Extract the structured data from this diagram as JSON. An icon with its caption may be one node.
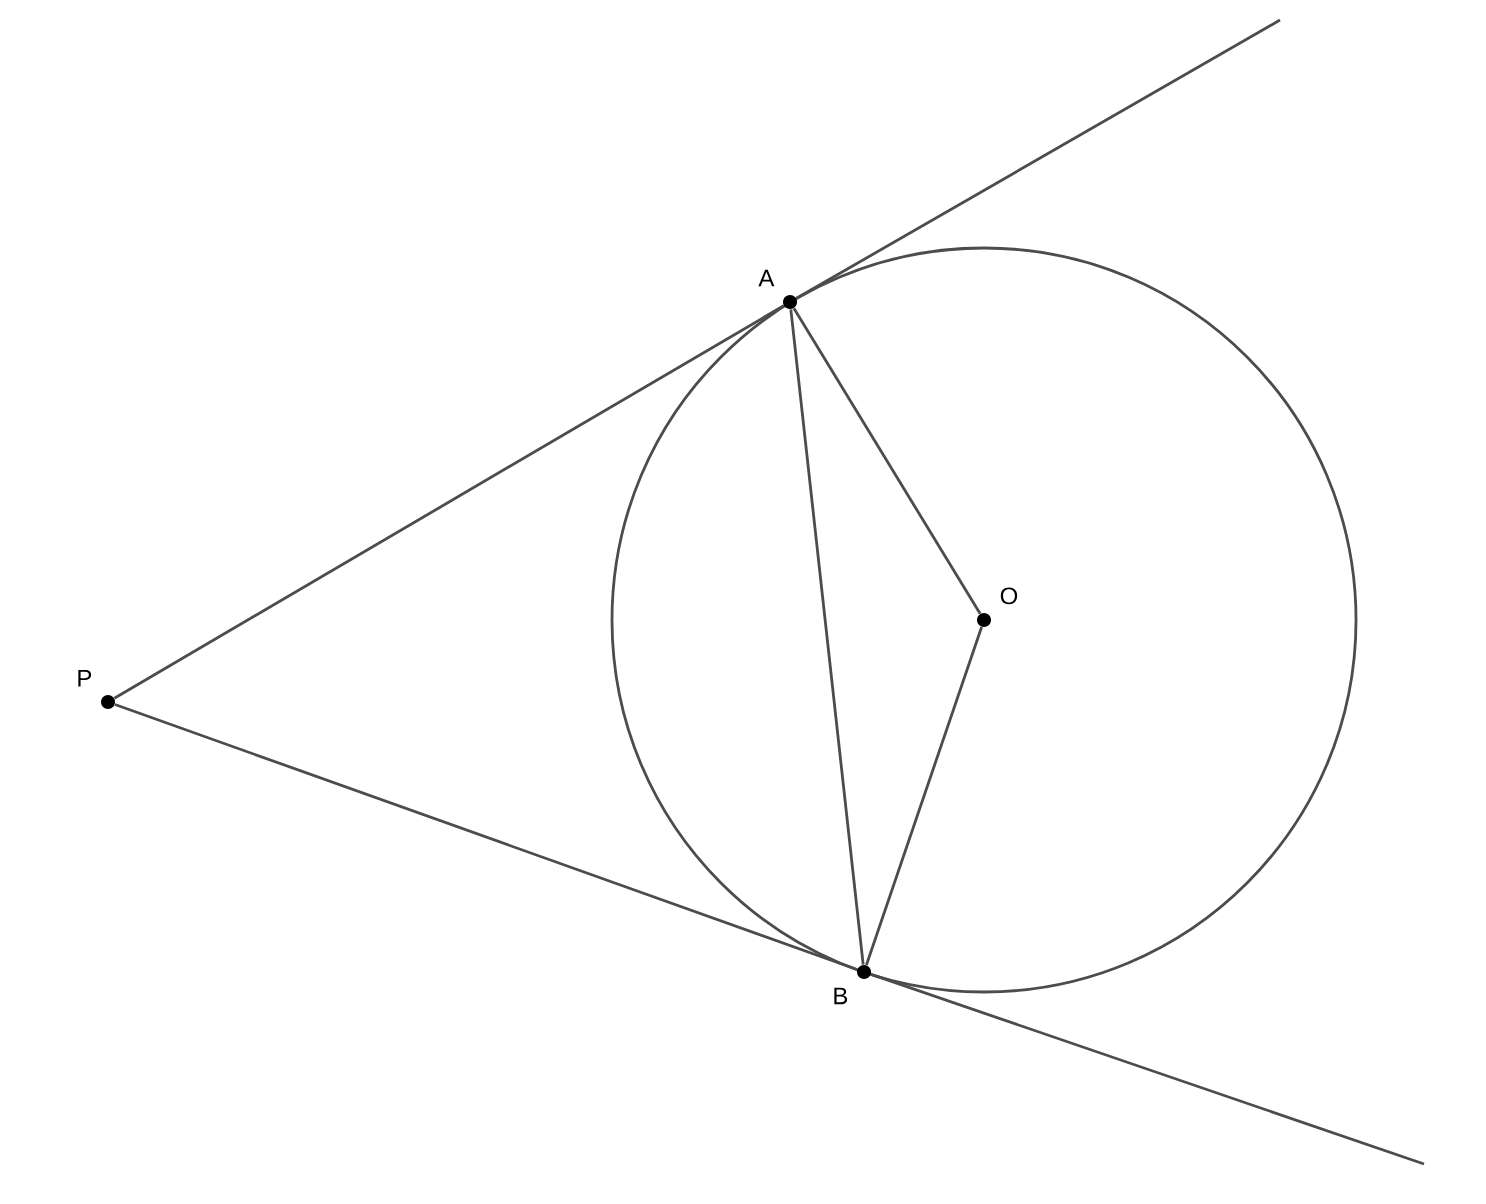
{
  "diagram": {
    "nodes": [
      {
        "text": [
          "A"
        ]
      },
      {
        "text": [
          "O"
        ]
      },
      {
        "text": [
          "P"
        ]
      },
      {
        "text": [
          "B"
        ]
      }
    ],
    "edges": [
      {
        "from": 2,
        "to": 0,
        "arrow": "none"
      },
      {
        "from": 0,
        "to": null,
        "arrow": "none"
      },
      {
        "from": 2,
        "to": 3,
        "arrow": "none"
      },
      {
        "from": 3,
        "to": null,
        "arrow": "none"
      },
      {
        "from": 0,
        "to": 1,
        "arrow": "none"
      },
      {
        "from": 3,
        "to": 1,
        "arrow": "none"
      },
      {
        "from": 0,
        "to": 3,
        "arrow": "none"
      }
    ]
  }
}
